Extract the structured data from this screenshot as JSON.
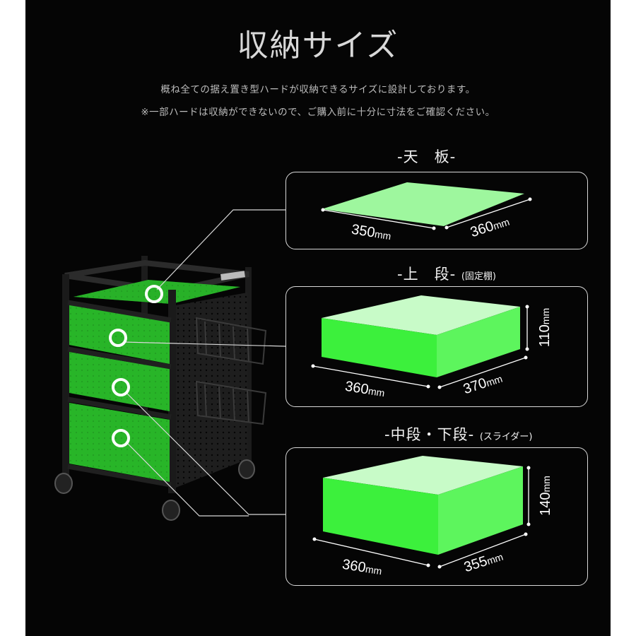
{
  "title": "収納サイズ",
  "subtitle_line1": "概ね全ての据え置き型ハードが収納できるサイズに設計しております。",
  "subtitle_line2": "※一部ハードは収納ができないので、ご購入前に十分に寸法をご確認ください。",
  "sections": [
    {
      "label": "-天　板-",
      "note": "",
      "width_value": "350",
      "depth_value": "360",
      "height_value": "",
      "unit": "mm"
    },
    {
      "label": "-上　段-",
      "note": "(固定棚)",
      "width_value": "360",
      "depth_value": "370",
      "height_value": "110",
      "unit": "mm"
    },
    {
      "label": "-中段・下段-",
      "note": "(スライダー)",
      "width_value": "360",
      "depth_value": "355",
      "height_value": "140",
      "unit": "mm"
    }
  ],
  "colors": {
    "background": "#050505",
    "accent_green": "#4dfa4d",
    "panel_green": "#1fa51f",
    "frame": "#2a2a2a",
    "line": "#d8d8d8"
  },
  "icons": {
    "callout_marker": "ring-marker"
  }
}
